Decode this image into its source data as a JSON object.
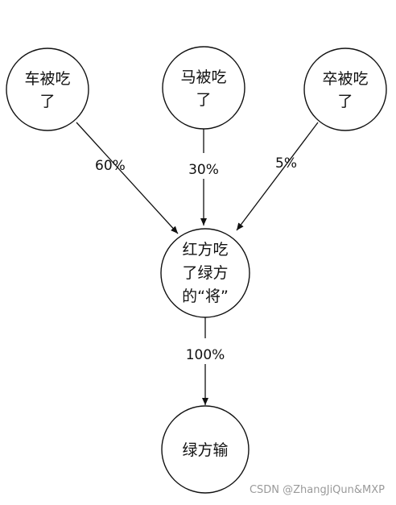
{
  "nodes": {
    "che": {
      "lines": [
        "车被吃",
        "了"
      ]
    },
    "ma": {
      "lines": [
        "马被吃",
        "了"
      ]
    },
    "zu": {
      "lines": [
        "卒被吃",
        "了"
      ]
    },
    "jiang": {
      "lines": [
        "红方吃",
        "了绿方",
        "的“将”"
      ]
    },
    "lose": {
      "lines": [
        "绿方输"
      ]
    }
  },
  "edges": {
    "che_to_jiang": {
      "label": "60%"
    },
    "ma_to_jiang": {
      "label": "30%"
    },
    "zu_to_jiang": {
      "label": "5%"
    },
    "jiang_to_lose": {
      "label": "100%"
    }
  },
  "watermark": "CSDN @ZhangJiQun&MXP"
}
